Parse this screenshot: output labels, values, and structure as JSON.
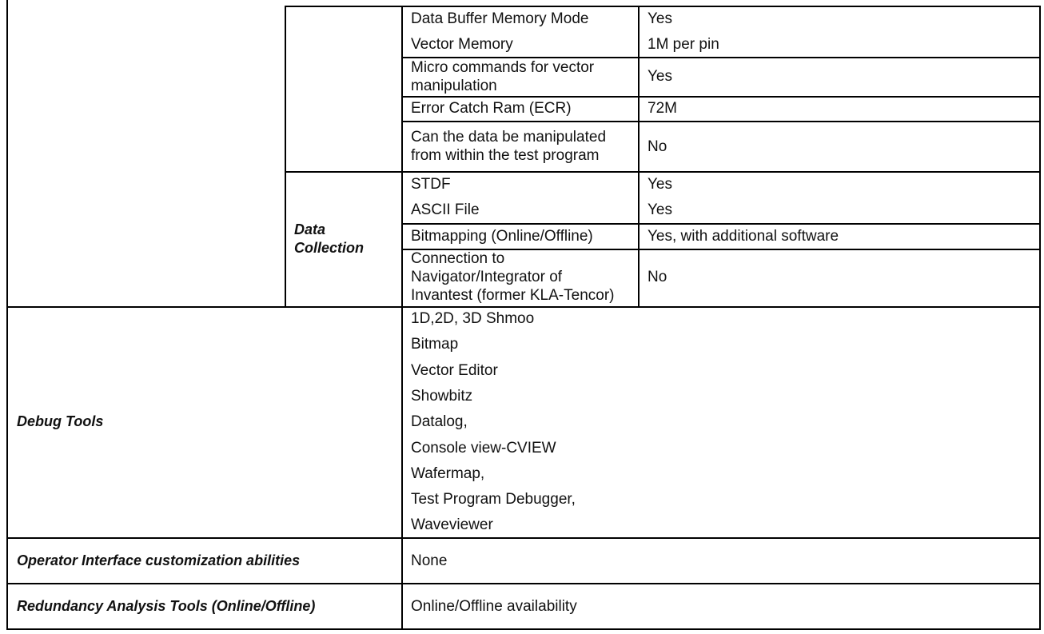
{
  "section_rows": [
    {
      "feature": "Data Buffer Memory Mode",
      "value": "Yes"
    },
    {
      "feature": "Vector Memory",
      "value": "1M per pin"
    },
    {
      "feature_lines": [
        "Micro commands for vector",
        "manipulation"
      ],
      "value": "Yes"
    },
    {
      "feature": "Error Catch Ram (ECR)",
      "value": "72M"
    },
    {
      "feature_lines": [
        "Can the data be manipulated",
        "from within the test program"
      ],
      "value": "No"
    }
  ],
  "data_collection": {
    "label_lines": [
      "Data",
      "Collection"
    ],
    "rows": [
      {
        "feature": "STDF",
        "value": "Yes"
      },
      {
        "feature": "ASCII File",
        "value": "Yes"
      },
      {
        "feature": "Bitmapping (Online/Offline)",
        "value": "Yes, with additional software"
      },
      {
        "feature_lines": [
          "Connection to",
          "Navigator/Integrator of",
          "Invantest (former KLA-Tencor)"
        ],
        "value": "No"
      }
    ]
  },
  "debug_tools": {
    "label": "Debug Tools",
    "items": [
      "1D,2D, 3D Shmoo",
      "Bitmap",
      "Vector Editor",
      "Showbitz",
      "Datalog,",
      "Console view-CVIEW",
      "Wafermap,",
      "Test Program Debugger,",
      "Waveviewer"
    ]
  },
  "operator_interface": {
    "label": "Operator Interface customization abilities",
    "value": "None"
  },
  "redundancy": {
    "label": "Redundancy Analysis Tools (Online/Offline)",
    "value": "Online/Offline availability"
  }
}
